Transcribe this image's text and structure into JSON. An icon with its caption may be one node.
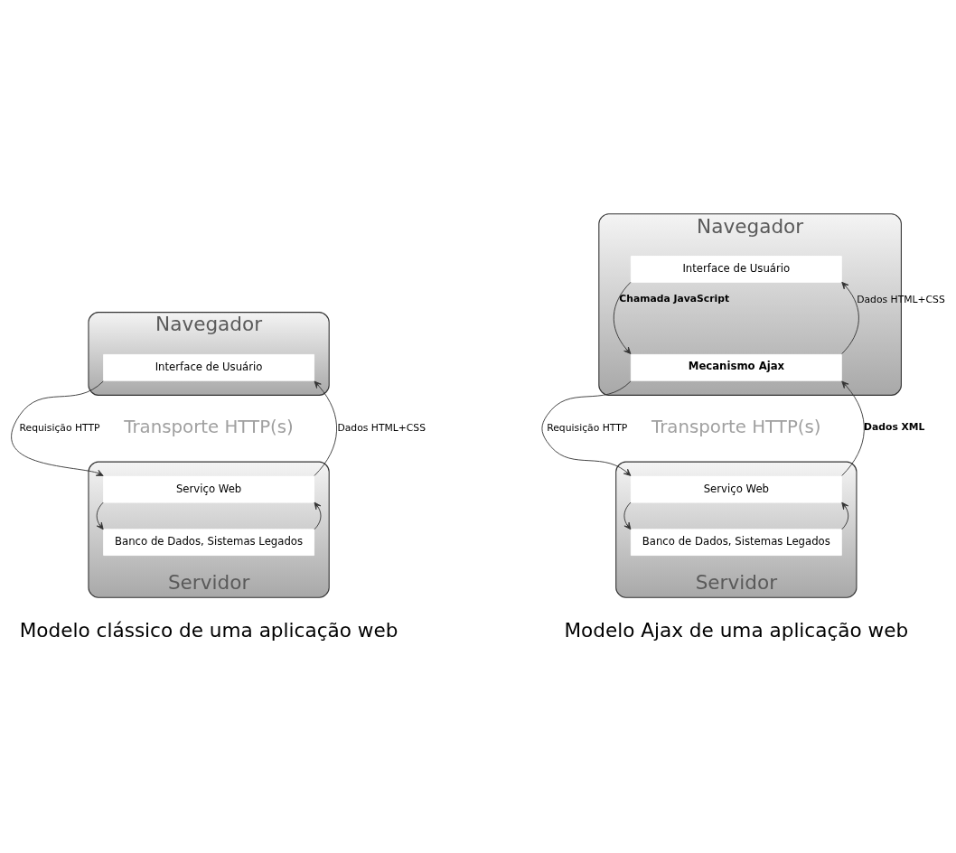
{
  "diagram": {
    "nodes": [
      {
        "text": [
          "Navegador"
        ]
      },
      {
        "text": [
          "Interface de Usuário"
        ],
        "in": 0
      },
      {
        "text": [
          "Servidor"
        ]
      },
      {
        "text": [
          "Serviço Web"
        ],
        "in": 2
      },
      {
        "text": [
          "Banco de Dados, Sistemas Legados"
        ],
        "in": 2
      },
      {
        "text": [
          "Navegador"
        ]
      },
      {
        "text": [
          "Interface de Usuário"
        ],
        "in": 5
      },
      {
        "text": [
          "Mecanismo Ajax"
        ],
        "in": 5
      },
      {
        "text": [
          "Servidor"
        ]
      },
      {
        "text": [
          "Serviço Web"
        ],
        "in": 8
      },
      {
        "text": [
          "Banco de Dados, Sistemas Legados"
        ],
        "in": 8
      }
    ],
    "edges": [
      {
        "from": 1,
        "to": 3,
        "arrow": "to",
        "label": "Requisição HTTP"
      },
      {
        "from": 3,
        "to": 1,
        "arrow": "to",
        "label": "Dados HTML+CSS"
      },
      {
        "from": 3,
        "to": 4,
        "arrow": "to"
      },
      {
        "from": 4,
        "to": 3,
        "arrow": "to"
      },
      {
        "from": 6,
        "to": 7,
        "arrow": "to",
        "label": "Chamada JavaScript"
      },
      {
        "from": 7,
        "to": 6,
        "arrow": "to",
        "label": "Dados HTML+CSS"
      },
      {
        "from": 7,
        "to": 9,
        "arrow": "to",
        "label": "Requisição HTTP"
      },
      {
        "from": 9,
        "to": 7,
        "arrow": "to",
        "label": "Dados XML"
      },
      {
        "from": 9,
        "to": 10,
        "arrow": "to"
      },
      {
        "from": 10,
        "to": 9,
        "arrow": "to"
      }
    ],
    "labels": [
      "Transporte HTTP(s)",
      "Transporte HTTP(s)",
      "Modelo clássico de uma aplicação web",
      "Modelo Ajax de uma aplicação web"
    ]
  }
}
